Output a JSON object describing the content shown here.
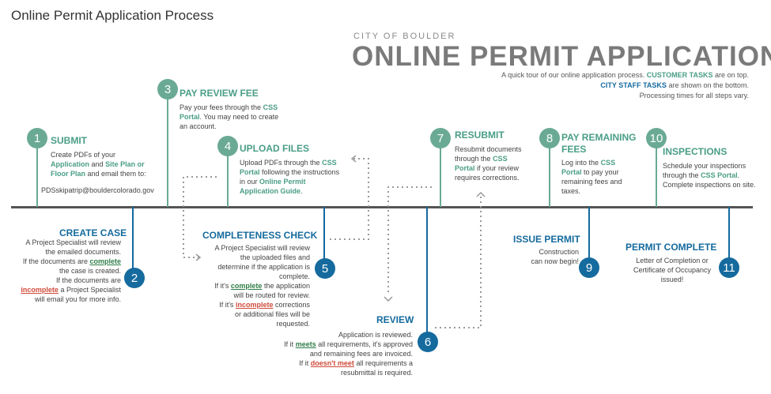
{
  "page_title": "Online Permit Application Process",
  "header": {
    "org": "CITY OF BOULDER",
    "headline": "ONLINE PERMIT APPLICATIONS",
    "line1_a": "A quick tour of our online application process.",
    "line1_b": "CUSTOMER TASKS",
    "line1_c": "are on top.",
    "line2_a": "CITY STAFF TASKS",
    "line2_b": "are shown on the bottom.",
    "line3": "Processing times for all steps vary."
  },
  "colors": {
    "customer": "#6aaa95",
    "staff": "#156a9e",
    "complete": "#2e7d46",
    "incomplete": "#d04a3a"
  },
  "steps": {
    "s1": {
      "num": "1",
      "title": "SUBMIT",
      "l1": "Create PDFs of your",
      "l2a": "Application",
      "l2b": "and",
      "l2c": "Site Plan or",
      "l3a": "Floor Plan",
      "l3b": "and email them to:",
      "l4": "PDSskipatrip@bouldercolorado.gov"
    },
    "s2": {
      "num": "2",
      "title": "CREATE CASE",
      "l1": "A Project Specialist will review",
      "l2": "the emailed documents.",
      "l3a": "If the documents are",
      "l3b": "complete",
      "l4": "the case is created.",
      "l5": "If the  documents are",
      "l6a": "incomplete",
      "l6b": "a Project Specialist",
      "l7": "will email you for more info."
    },
    "s3": {
      "num": "3",
      "title": "PAY REVIEW FEE",
      "l1a": "Pay your fees through the",
      "l1b": "CSS",
      "l2a": "Portal",
      "l2b": ". You may need to create",
      "l3": "an account."
    },
    "s4": {
      "num": "4",
      "title": "UPLOAD FILES",
      "l1a": "Upload PDFs through the",
      "l1b": "CSS",
      "l2a": "Portal",
      "l2b": "following the instructions",
      "l3a": "in our",
      "l3b": "Online Permit",
      "l4a": "Application Guide",
      "l4b": "."
    },
    "s5": {
      "num": "5",
      "title": "COMPLETENESS CHECK",
      "l1": "A Project Specialist will review",
      "l2": "the uploaded files and",
      "l3": "determine if the application is",
      "l4": "complete.",
      "l5a": "If it's",
      "l5b": "complete",
      "l5c": "the application",
      "l6": "will be routed for review.",
      "l7a": "If it's",
      "l7b": "incomplete",
      "l7c": "corrections",
      "l8": "or additional files will be",
      "l9": "requested."
    },
    "s6": {
      "num": "6",
      "title": "REVIEW",
      "l1": "Application is reviewed.",
      "l2a": "If it",
      "l2b": "meets",
      "l2c": "all requirements, it's approved",
      "l3": "and remaining fees are invoiced.",
      "l4a": "If it",
      "l4b": "doesn't meet",
      "l4c": "all requirements a",
      "l5": "resubmittal is required."
    },
    "s7": {
      "num": "7",
      "title": "RESUBMIT",
      "l1": "Resubmit documents",
      "l2a": "through the",
      "l2b": "CSS",
      "l3a": "Portal",
      "l3b": "if your review",
      "l4": "requires corrections."
    },
    "s8": {
      "num": "8",
      "title1": "PAY REMAINING",
      "title2": "FEES",
      "l1a": "Log into the",
      "l1b": "CSS",
      "l2a": "Portal",
      "l2b": "to pay your",
      "l3": "remaining fees and",
      "l4": "taxes."
    },
    "s9": {
      "num": "9",
      "title": "ISSUE PERMIT",
      "l1": "Construction",
      "l2": "can now begin!"
    },
    "s10": {
      "num": "10",
      "title": "INSPECTIONS",
      "l1": "Schedule your inspections",
      "l2a": "through the",
      "l2b": "CSS Portal",
      "l2c": ".",
      "l3": "Complete inspections on site."
    },
    "s11": {
      "num": "11",
      "title": "PERMIT COMPLETE",
      "l1": "Letter of Completion or",
      "l2": "Certificate of Occupancy",
      "l3": "issued!"
    }
  }
}
